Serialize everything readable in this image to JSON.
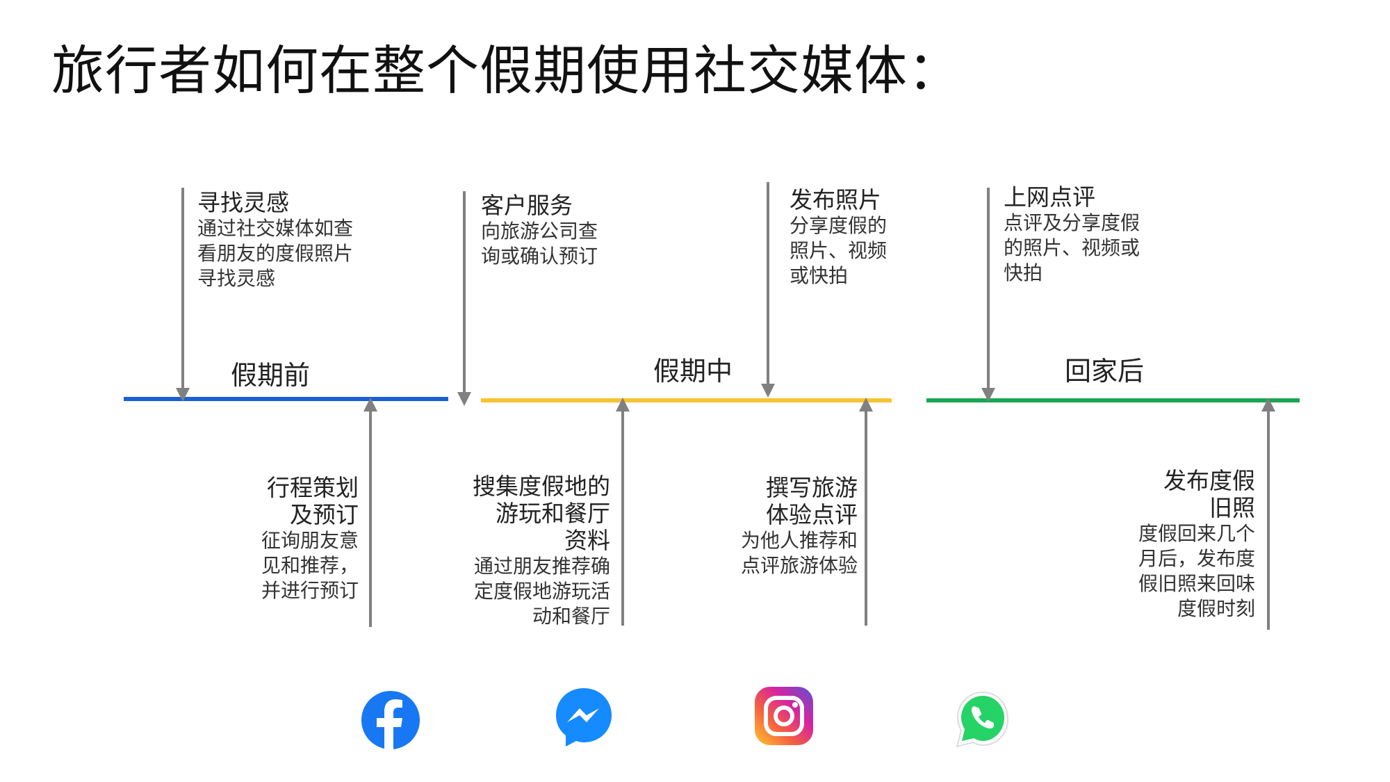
{
  "title": "旅行者如何在整个假期使用社交媒体：",
  "colors": {
    "before": "#1a5fd6",
    "during": "#f6c332",
    "after": "#1aa652",
    "arrow": "#808080",
    "facebook": "#1877f2",
    "messenger": "#168aff",
    "whatsapp": "#25d366"
  },
  "phases": [
    {
      "label": "假期前",
      "color_key": "before"
    },
    {
      "label": "假期中",
      "color_key": "during"
    },
    {
      "label": "回家后",
      "color_key": "after"
    }
  ],
  "top_notes": [
    {
      "head": "寻找灵感",
      "body": [
        "通过社交媒体如查",
        "看朋友的度假照片",
        "寻找灵感"
      ]
    },
    {
      "head": "客户服务",
      "body": [
        "向旅游公司查",
        "询或确认预订"
      ]
    },
    {
      "head": "发布照片",
      "body": [
        "分享度假的",
        "照片、视频",
        "或快拍"
      ]
    },
    {
      "head": "上网点评",
      "body": [
        "点评及分享度假",
        "的照片、视频或",
        "快拍"
      ]
    }
  ],
  "bottom_notes": [
    {
      "head": [
        "行程策划",
        "及预订"
      ],
      "body": [
        "征询朋友意",
        "见和推荐，",
        "并进行预订"
      ]
    },
    {
      "head": [
        "搜集度假地的",
        "游玩和餐厅",
        "资料"
      ],
      "body": [
        "通过朋友推荐确",
        "定度假地游玩活",
        "动和餐厅"
      ]
    },
    {
      "head": [
        "撰写旅游",
        "体验点评"
      ],
      "body": [
        "为他人推荐和",
        "点评旅游体验"
      ]
    },
    {
      "head": [
        "发布度假",
        "旧照"
      ],
      "body": [
        "度假回来几个",
        "月后，发布度",
        "假旧照来回味",
        "度假时刻"
      ]
    }
  ],
  "icons": [
    {
      "name": "facebook-icon"
    },
    {
      "name": "messenger-icon"
    },
    {
      "name": "instagram-icon"
    },
    {
      "name": "whatsapp-icon"
    }
  ]
}
